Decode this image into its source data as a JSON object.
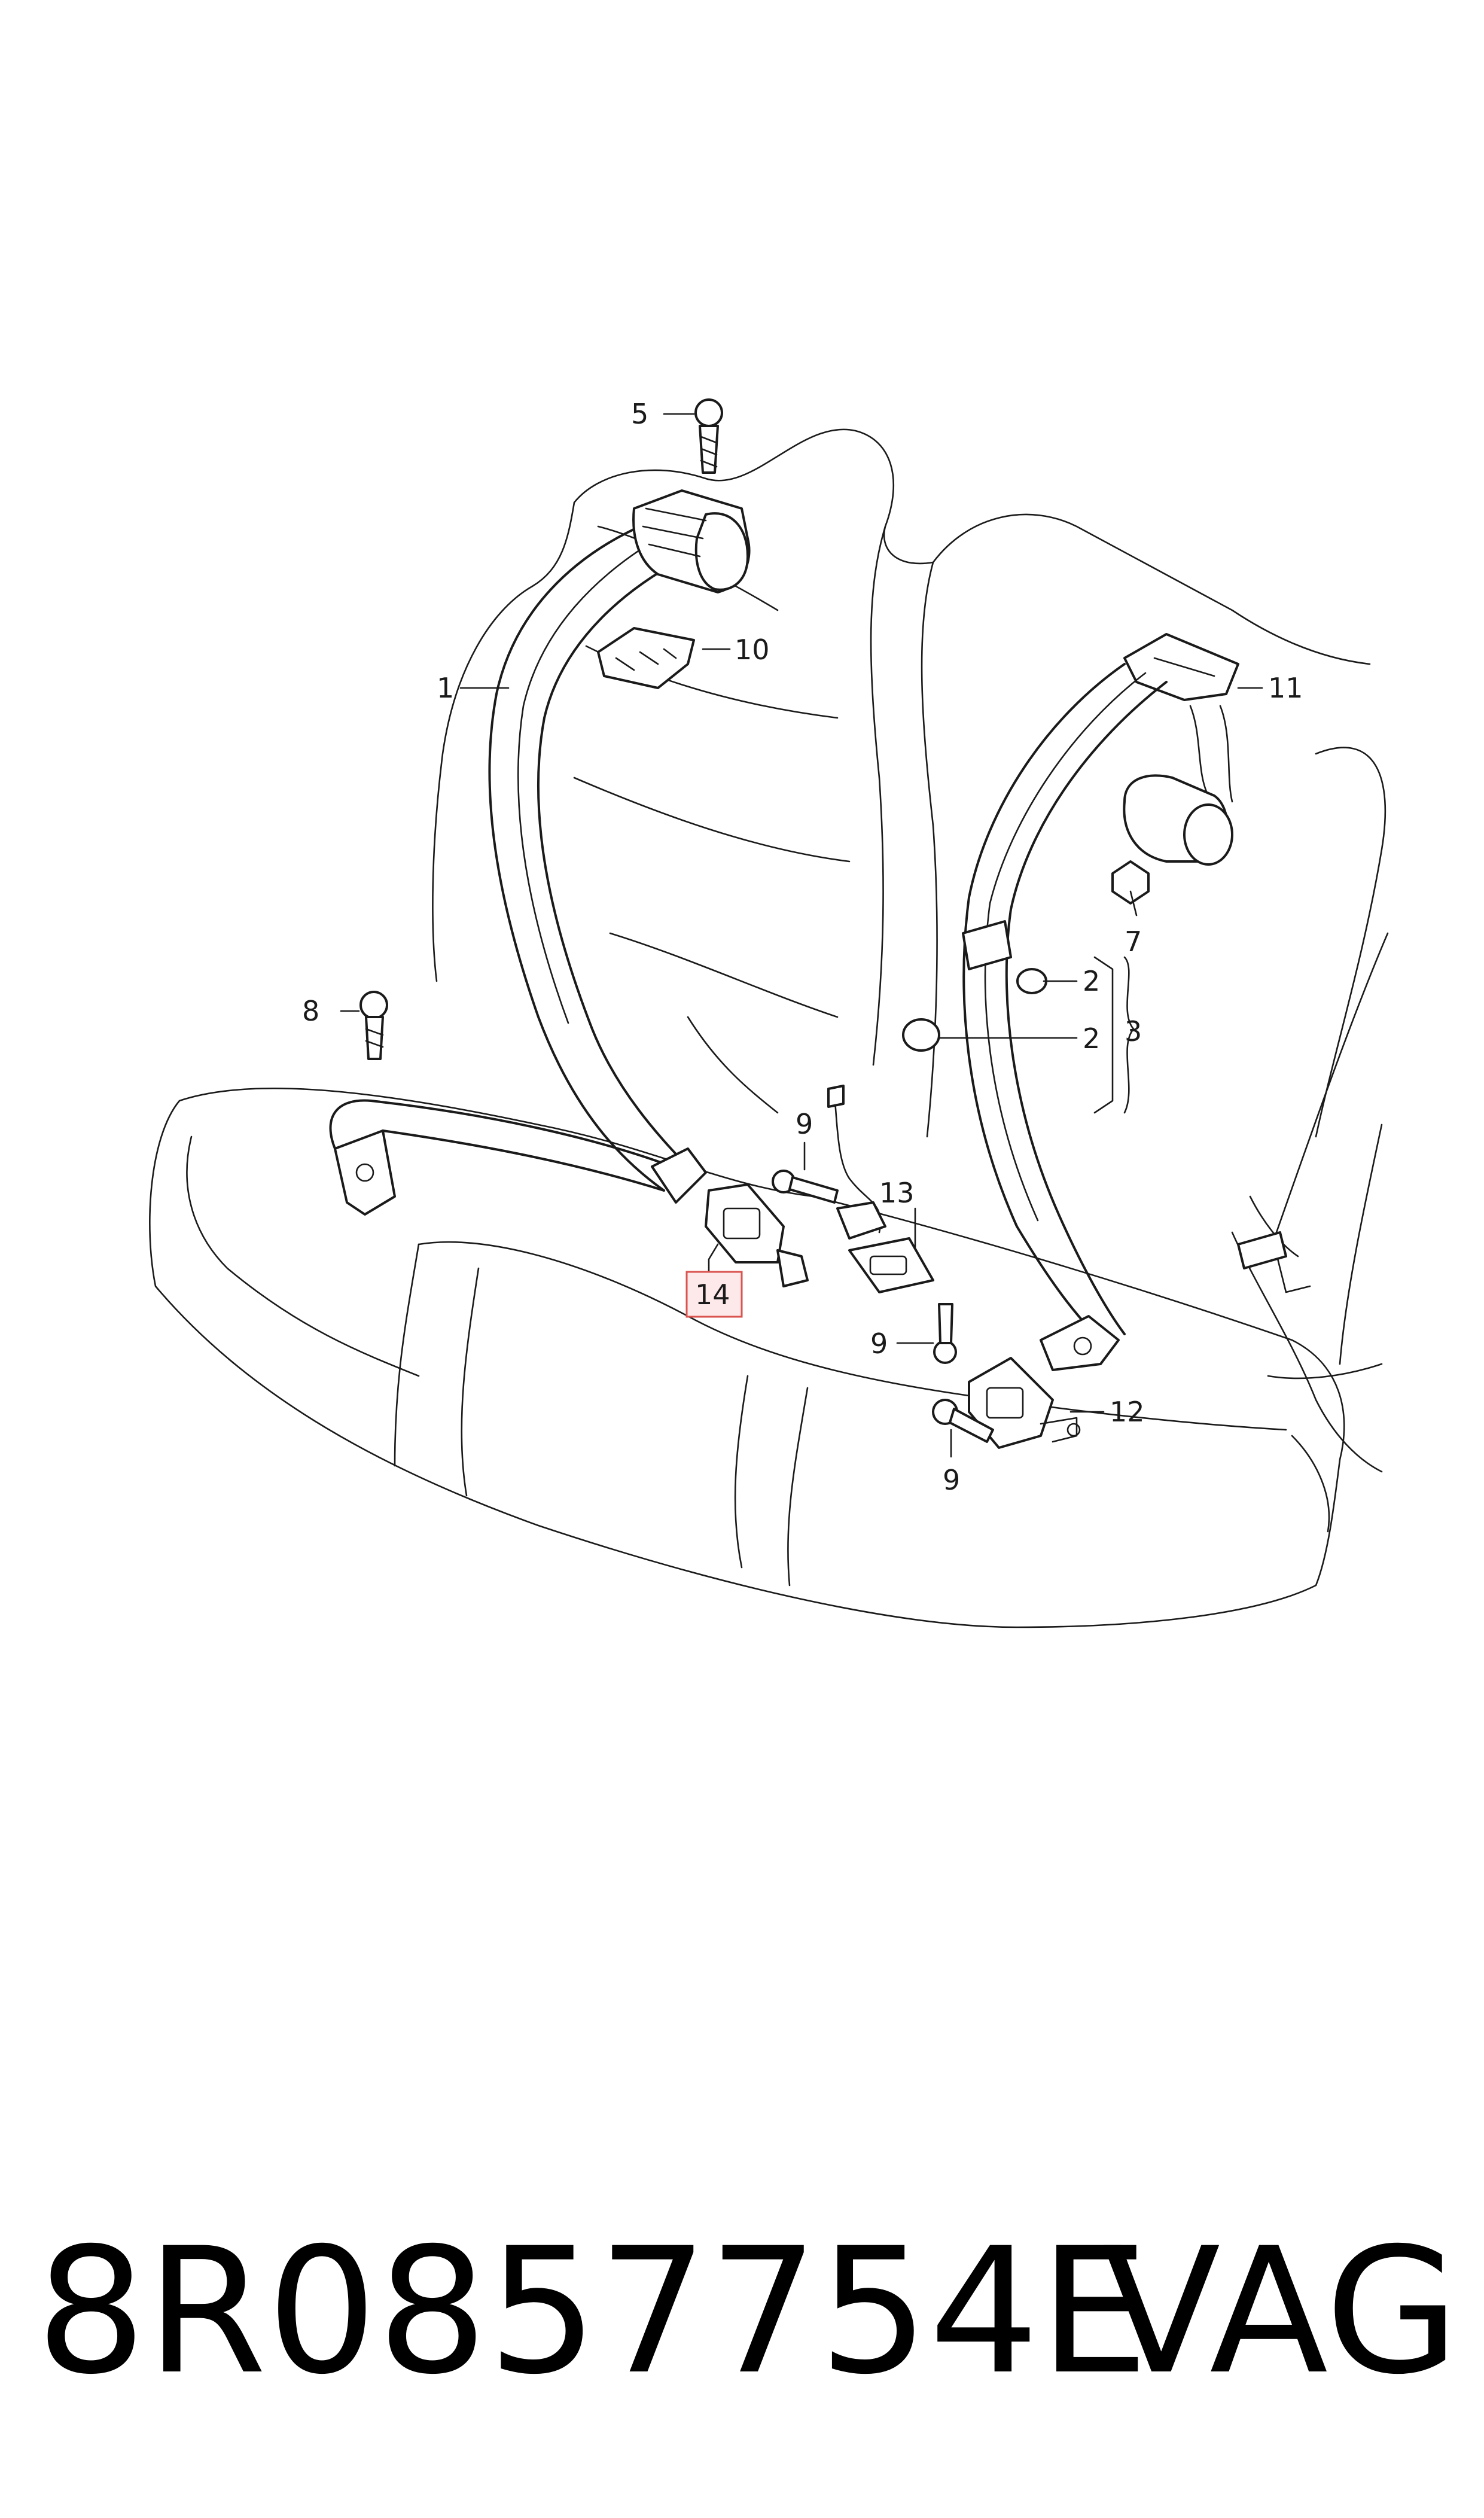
{
  "diagram": {
    "callouts": [
      {
        "id": "c5",
        "label": "5"
      },
      {
        "id": "c10",
        "label": "10"
      },
      {
        "id": "c1",
        "label": "1"
      },
      {
        "id": "c11",
        "label": "11"
      },
      {
        "id": "c7",
        "label": "7"
      },
      {
        "id": "c2a",
        "label": "2"
      },
      {
        "id": "c2b",
        "label": "2"
      },
      {
        "id": "c3",
        "label": "3"
      },
      {
        "id": "c8",
        "label": "8"
      },
      {
        "id": "c9a",
        "label": "9"
      },
      {
        "id": "c13",
        "label": "13"
      },
      {
        "id": "c14",
        "label": "14"
      },
      {
        "id": "c9b",
        "label": "9"
      },
      {
        "id": "c12",
        "label": "12"
      },
      {
        "id": "c9c",
        "label": "9"
      }
    ],
    "highlighted_callout": "14",
    "highlight_color": "#d9534f"
  },
  "footer": {
    "part_number": "8R0857754E",
    "brand": "VAG"
  }
}
